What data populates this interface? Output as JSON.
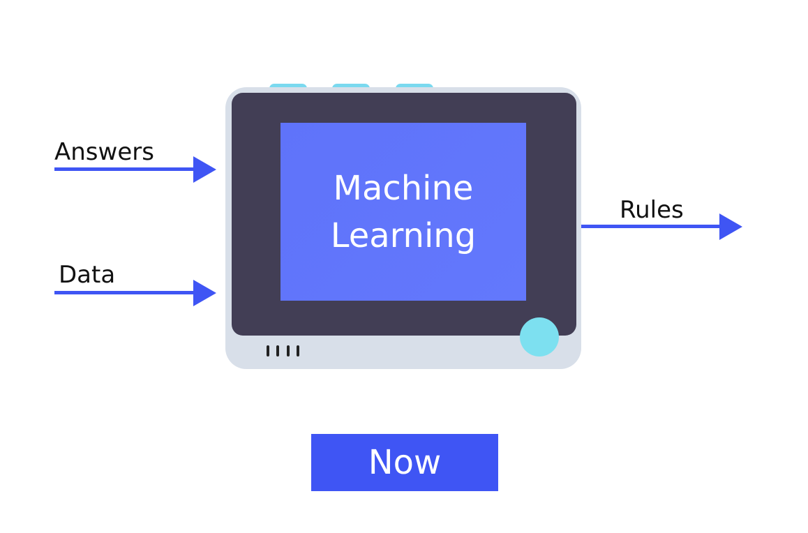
{
  "inputs": {
    "answers": "Answers",
    "data": "Data"
  },
  "output": {
    "rules": "Rules"
  },
  "device": {
    "screen_line_1": "Machine",
    "screen_line_2": "Learning"
  },
  "caption": "Now",
  "colors": {
    "arrow": "#3f55f4",
    "screen": "#6378fc",
    "bezel": "#423e55",
    "case": "#d8dfe9",
    "accent": "#7ad9ef",
    "caption_bg": "#3f55f4"
  }
}
